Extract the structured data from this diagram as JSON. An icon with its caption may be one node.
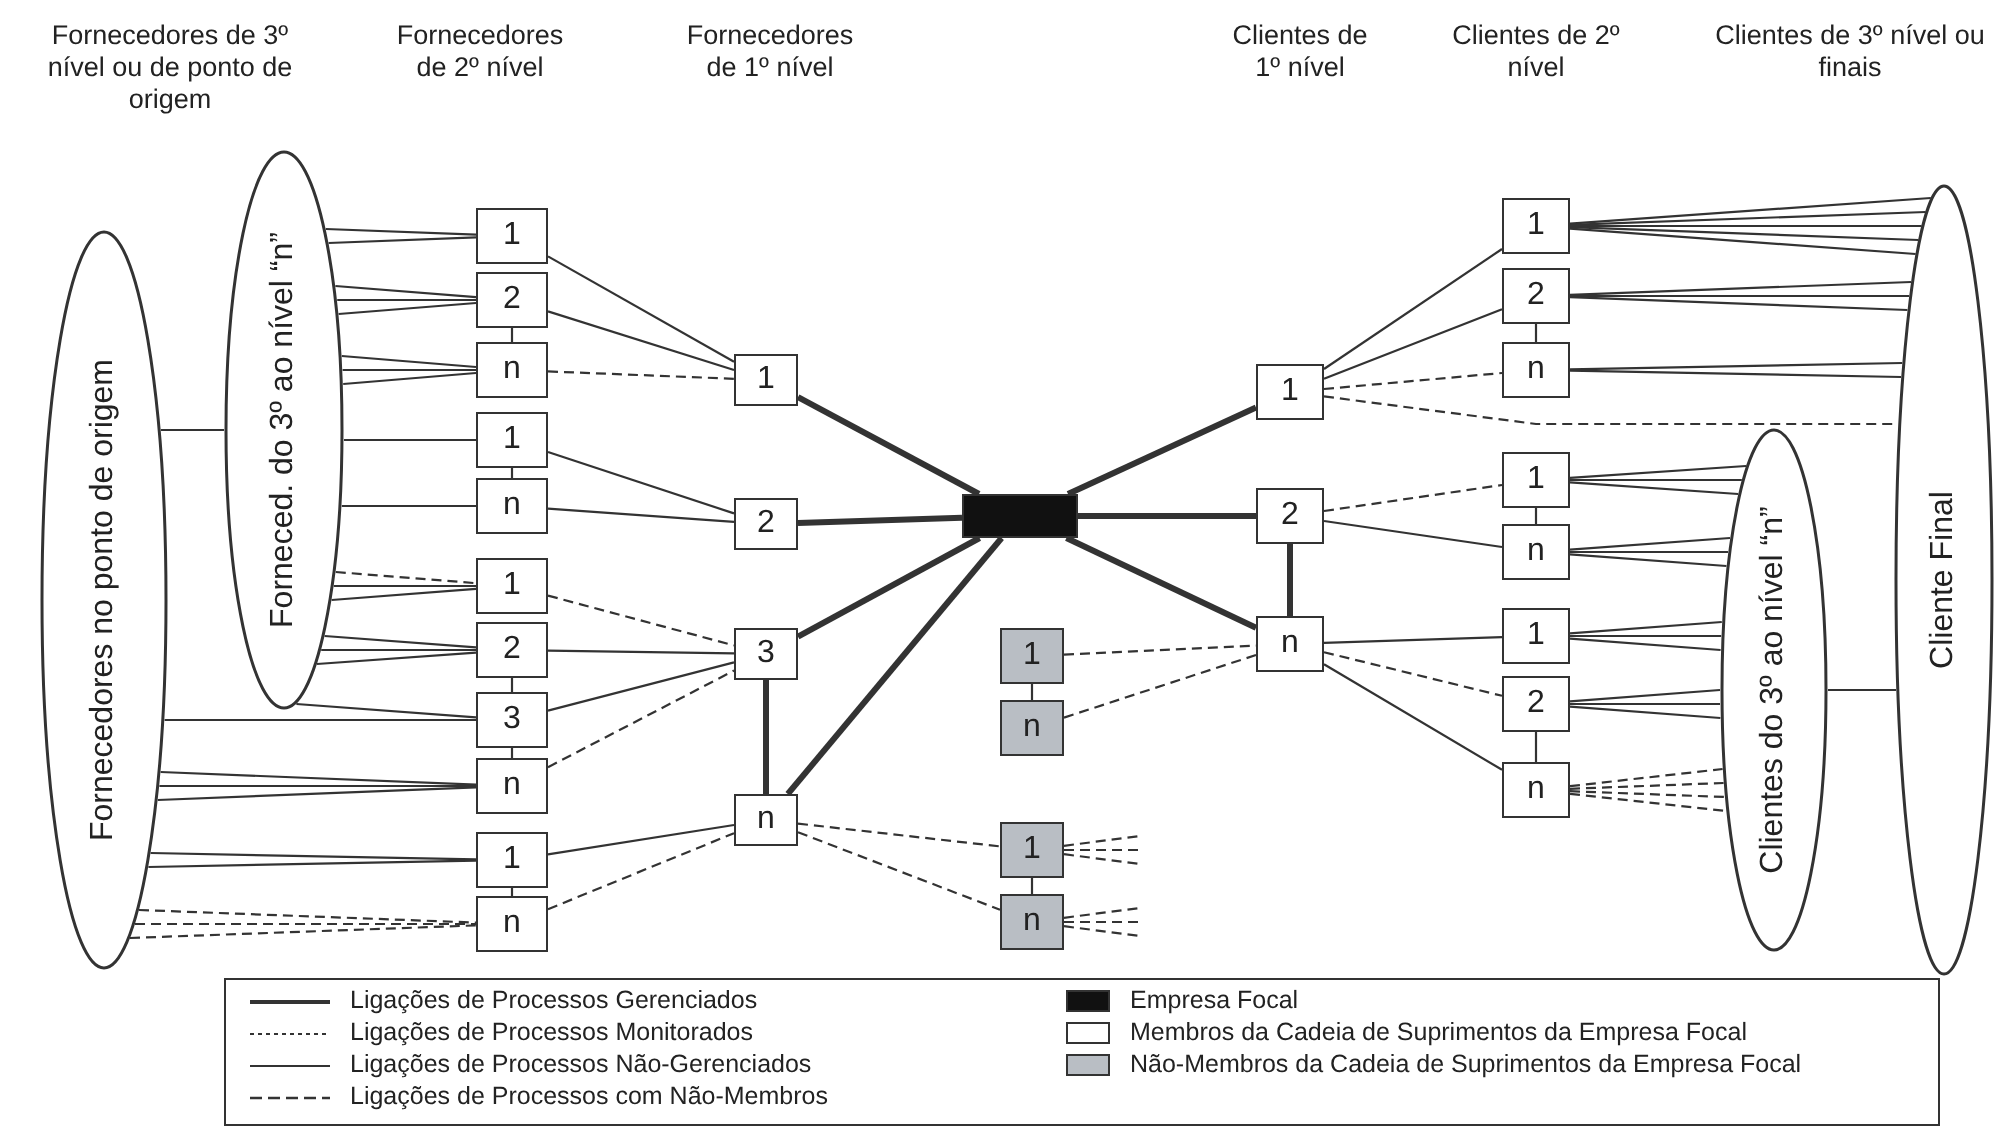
{
  "diagram": {
    "nodes": [
      {
        "text": [
          "Fornecedores no ponto de origem"
        ]
      },
      {
        "text": [
          "Forneced. do 3º ao nível “n”"
        ]
      },
      {
        "text": [
          "1"
        ]
      },
      {
        "text": [
          "2"
        ]
      },
      {
        "text": [
          "n"
        ]
      },
      {
        "text": [
          "1"
        ]
      },
      {
        "text": [
          "n"
        ]
      },
      {
        "text": [
          "1"
        ]
      },
      {
        "text": [
          "2"
        ]
      },
      {
        "text": [
          "3"
        ]
      },
      {
        "text": [
          "n"
        ]
      },
      {
        "text": [
          "1"
        ]
      },
      {
        "text": [
          "n"
        ]
      },
      {
        "text": [
          "1"
        ]
      },
      {
        "text": [
          "2"
        ]
      },
      {
        "text": [
          "3"
        ]
      },
      {
        "text": [
          "n"
        ]
      },
      {
        "text": [],
        "shape": "box"
      },
      {
        "text": [
          "1"
        ]
      },
      {
        "text": [
          "n"
        ]
      },
      {
        "text": [
          "1"
        ]
      },
      {
        "text": [
          "n"
        ]
      },
      {
        "text": [
          "1"
        ]
      },
      {
        "text": [
          "2"
        ]
      },
      {
        "text": [
          "n"
        ]
      },
      {
        "text": [
          "1"
        ]
      },
      {
        "text": [
          "2"
        ]
      },
      {
        "text": [
          "n"
        ]
      },
      {
        "text": [
          "1"
        ]
      },
      {
        "text": [
          "n"
        ]
      },
      {
        "text": [
          "1"
        ]
      },
      {
        "text": [
          "2"
        ]
      },
      {
        "text": [
          "n"
        ]
      },
      {
        "text": [
          "Clientes do 3º ao nível “n”"
        ]
      },
      {
        "text": [
          "Cliente Final"
        ]
      }
    ],
    "edges": [
      {
        "from": 0,
        "to": 1,
        "arrow": "none"
      },
      {
        "from": 1,
        "to": 2,
        "arrow": "none"
      },
      {
        "from": 1,
        "to": 2,
        "arrow": "none"
      },
      {
        "from": 1,
        "to": 3,
        "arrow": "none"
      },
      {
        "from": 1,
        "to": 3,
        "arrow": "none"
      },
      {
        "from": 1,
        "to": 3,
        "arrow": "none"
      },
      {
        "from": 1,
        "to": 4,
        "arrow": "none"
      },
      {
        "from": 1,
        "to": 4,
        "arrow": "none"
      },
      {
        "from": 1,
        "to": 4,
        "arrow": "none"
      },
      {
        "from": 1,
        "to": 5,
        "arrow": "none"
      },
      {
        "from": 1,
        "to": 6,
        "arrow": "none"
      },
      {
        "from": 1,
        "to": 7,
        "arrow": "none",
        "style": "dashed"
      },
      {
        "from": 1,
        "to": 7,
        "arrow": "none"
      },
      {
        "from": 1,
        "to": 7,
        "arrow": "none"
      },
      {
        "from": 1,
        "to": 8,
        "arrow": "none"
      },
      {
        "from": 1,
        "to": 8,
        "arrow": "none"
      },
      {
        "from": 1,
        "to": 8,
        "arrow": "none"
      },
      {
        "from": 1,
        "to": 9,
        "arrow": "none"
      },
      {
        "from": 0,
        "to": 9,
        "arrow": "none"
      },
      {
        "from": 0,
        "to": 10,
        "arrow": "none"
      },
      {
        "from": 0,
        "to": 10,
        "arrow": "none"
      },
      {
        "from": 0,
        "to": 10,
        "arrow": "none"
      },
      {
        "from": 0,
        "to": 11,
        "arrow": "none"
      },
      {
        "from": 0,
        "to": 11,
        "arrow": "none"
      },
      {
        "from": 0,
        "to": 12,
        "arrow": "none",
        "style": "dashed"
      },
      {
        "from": 0,
        "to": 12,
        "arrow": "none",
        "style": "dashed"
      },
      {
        "from": 0,
        "to": 12,
        "arrow": "none",
        "style": "dashed"
      },
      {
        "from": 3,
        "to": 4,
        "arrow": "none"
      },
      {
        "from": 5,
        "to": 6,
        "arrow": "none"
      },
      {
        "from": 8,
        "to": 9,
        "arrow": "none"
      },
      {
        "from": 9,
        "to": 10,
        "arrow": "none"
      },
      {
        "from": 11,
        "to": 12,
        "arrow": "none"
      },
      {
        "from": 2,
        "to": 13,
        "arrow": "none"
      },
      {
        "from": 3,
        "to": 13,
        "arrow": "none"
      },
      {
        "from": 4,
        "to": 13,
        "arrow": "none",
        "style": "dashed"
      },
      {
        "from": 5,
        "to": 14,
        "arrow": "none"
      },
      {
        "from": 6,
        "to": 14,
        "arrow": "none"
      },
      {
        "from": 7,
        "to": 15,
        "arrow": "none",
        "style": "dashed"
      },
      {
        "from": 8,
        "to": 15,
        "arrow": "none"
      },
      {
        "from": 9,
        "to": 15,
        "arrow": "none"
      },
      {
        "from": 10,
        "to": 15,
        "arrow": "none",
        "style": "dashed"
      },
      {
        "from": 11,
        "to": 16,
        "arrow": "none"
      },
      {
        "from": 12,
        "to": 16,
        "arrow": "none",
        "style": "dashed"
      },
      {
        "from": 15,
        "to": 16,
        "arrow": "none",
        "style": "thick"
      },
      {
        "from": 13,
        "to": 17,
        "arrow": "none",
        "style": "thick"
      },
      {
        "from": 14,
        "to": 17,
        "arrow": "none",
        "style": "thick"
      },
      {
        "from": 15,
        "to": 17,
        "arrow": "none",
        "style": "thick"
      },
      {
        "from": 16,
        "to": 17,
        "arrow": "none",
        "style": "thick"
      },
      {
        "from": 16,
        "to": 20,
        "arrow": "none",
        "style": "dashed"
      },
      {
        "from": 16,
        "to": 21,
        "arrow": "none",
        "style": "dashed"
      },
      {
        "from": 20,
        "to": null,
        "arrow": "none",
        "style": "dashed"
      },
      {
        "from": 20,
        "to": null,
        "arrow": "none",
        "style": "dashed"
      },
      {
        "from": 20,
        "to": null,
        "arrow": "none",
        "style": "dashed"
      },
      {
        "from": 21,
        "to": null,
        "arrow": "none",
        "style": "dashed"
      },
      {
        "from": 21,
        "to": null,
        "arrow": "none",
        "style": "dashed"
      },
      {
        "from": 21,
        "to": null,
        "arrow": "none",
        "style": "dashed"
      },
      {
        "from": 18,
        "to": 19,
        "arrow": "none"
      },
      {
        "from": 20,
        "to": 21,
        "arrow": "none"
      },
      {
        "from": 18,
        "to": 24,
        "arrow": "none",
        "style": "dashed"
      },
      {
        "from": 19,
        "to": 24,
        "arrow": "none",
        "style": "dashed"
      },
      {
        "from": 17,
        "to": 22,
        "arrow": "none",
        "style": "thick"
      },
      {
        "from": 17,
        "to": 23,
        "arrow": "none",
        "style": "thick"
      },
      {
        "from": 17,
        "to": 24,
        "arrow": "none",
        "style": "thick"
      },
      {
        "from": 23,
        "to": 24,
        "arrow": "none",
        "style": "thick"
      },
      {
        "from": 22,
        "to": 25,
        "arrow": "none"
      },
      {
        "from": 22,
        "to": 26,
        "arrow": "none"
      },
      {
        "from": 22,
        "to": 27,
        "arrow": "none",
        "style": "dashed"
      },
      {
        "from": 22,
        "to": 34,
        "arrow": "none",
        "style": "dashed"
      },
      {
        "from": 26,
        "to": 27,
        "arrow": "none"
      },
      {
        "from": 28,
        "to": 29,
        "arrow": "none"
      },
      {
        "from": 31,
        "to": 32,
        "arrow": "none"
      },
      {
        "from": 23,
        "to": 28,
        "arrow": "none",
        "style": "dashed"
      },
      {
        "from": 23,
        "to": 29,
        "arrow": "none"
      },
      {
        "from": 24,
        "to": 30,
        "arrow": "none"
      },
      {
        "from": 24,
        "to": 31,
        "arrow": "none",
        "style": "dashed"
      },
      {
        "from": 24,
        "to": 32,
        "arrow": "none"
      },
      {
        "from": 25,
        "to": 34,
        "arrow": "none"
      },
      {
        "from": 25,
        "to": 34,
        "arrow": "none"
      },
      {
        "from": 25,
        "to": 34,
        "arrow": "none"
      },
      {
        "from": 25,
        "to": 34,
        "arrow": "none"
      },
      {
        "from": 25,
        "to": 34,
        "arrow": "none"
      },
      {
        "from": 26,
        "to": 34,
        "arrow": "none"
      },
      {
        "from": 26,
        "to": 34,
        "arrow": "none"
      },
      {
        "from": 26,
        "to": 34,
        "arrow": "none"
      },
      {
        "from": 27,
        "to": 34,
        "arrow": "none"
      },
      {
        "from": 27,
        "to": 34,
        "arrow": "none"
      },
      {
        "from": 28,
        "to": 33,
        "arrow": "none"
      },
      {
        "from": 28,
        "to": 33,
        "arrow": "none"
      },
      {
        "from": 28,
        "to": 33,
        "arrow": "none"
      },
      {
        "from": 29,
        "to": 33,
        "arrow": "none"
      },
      {
        "from": 29,
        "to": 33,
        "arrow": "none"
      },
      {
        "from": 29,
        "to": 33,
        "arrow": "none"
      },
      {
        "from": 30,
        "to": 33,
        "arrow": "none"
      },
      {
        "from": 30,
        "to": 33,
        "arrow": "none"
      },
      {
        "from": 30,
        "to": 33,
        "arrow": "none"
      },
      {
        "from": 31,
        "to": 33,
        "arrow": "none"
      },
      {
        "from": 31,
        "to": 33,
        "arrow": "none"
      },
      {
        "from": 31,
        "to": 33,
        "arrow": "none"
      },
      {
        "from": 32,
        "to": 33,
        "arrow": "none",
        "style": "dashed"
      },
      {
        "from": 32,
        "to": 33,
        "arrow": "none",
        "style": "dashed"
      },
      {
        "from": 32,
        "to": 33,
        "arrow": "none",
        "style": "dashed"
      },
      {
        "from": 32,
        "to": 33,
        "arrow": "none",
        "style": "dashed"
      },
      {
        "from": 33,
        "to": 34,
        "arrow": "none"
      }
    ],
    "labels": [
      "Fornecedores de 3º nível ou de ponto de origem",
      "Fornecedores de 2º nível",
      "Fornecedores de 1º nível",
      "Clientes de 1º nível",
      "Clientes de 2º nível",
      "Clientes de 3º nível ou finais"
    ],
    "legend": [
      {
        "text": "Ligações de Processos Gerenciados"
      },
      {
        "text": "Ligações de Processos Monitorados"
      },
      {
        "text": "Ligações de Processos Não-Gerenciados"
      },
      {
        "text": "Ligações de Processos com Não-Membros"
      },
      {
        "text": "Empresa Focal",
        "color": "#111111"
      },
      {
        "text": "Membros da Cadeia de Suprimentos da Empresa Focal",
        "color": "#ffffff"
      },
      {
        "text": "Não-Membros da Cadeia de Suprimentos da Empresa Focal",
        "color": "#b9bec4"
      }
    ]
  }
}
